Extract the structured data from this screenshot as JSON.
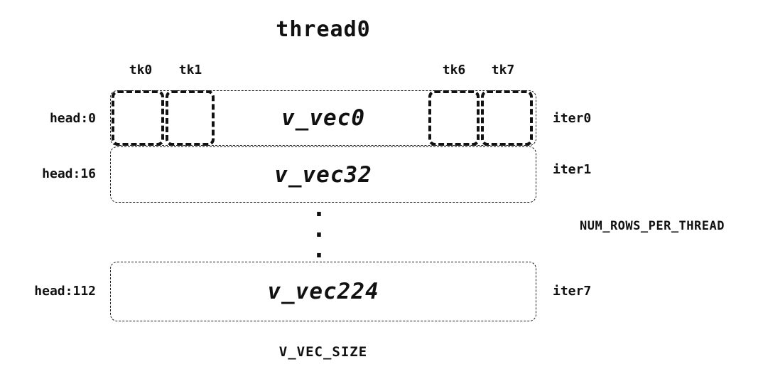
{
  "title": "thread0",
  "tk_labels": [
    "tk0",
    "tk1",
    "tk6",
    "tk7"
  ],
  "rows": [
    {
      "head": "head:0",
      "vec": "v_vec0",
      "iter": "iter0"
    },
    {
      "head": "head:16",
      "vec": "v_vec32",
      "iter": "iter1"
    },
    {
      "head": "head:112",
      "vec": "v_vec224",
      "iter": "iter7"
    }
  ],
  "ellipsis_dot": ".",
  "right_label": "NUM_ROWS_PER_THREAD",
  "bottom_label": "V_VEC_SIZE",
  "colors": {
    "ink": "#111111",
    "background": "#ffffff"
  }
}
